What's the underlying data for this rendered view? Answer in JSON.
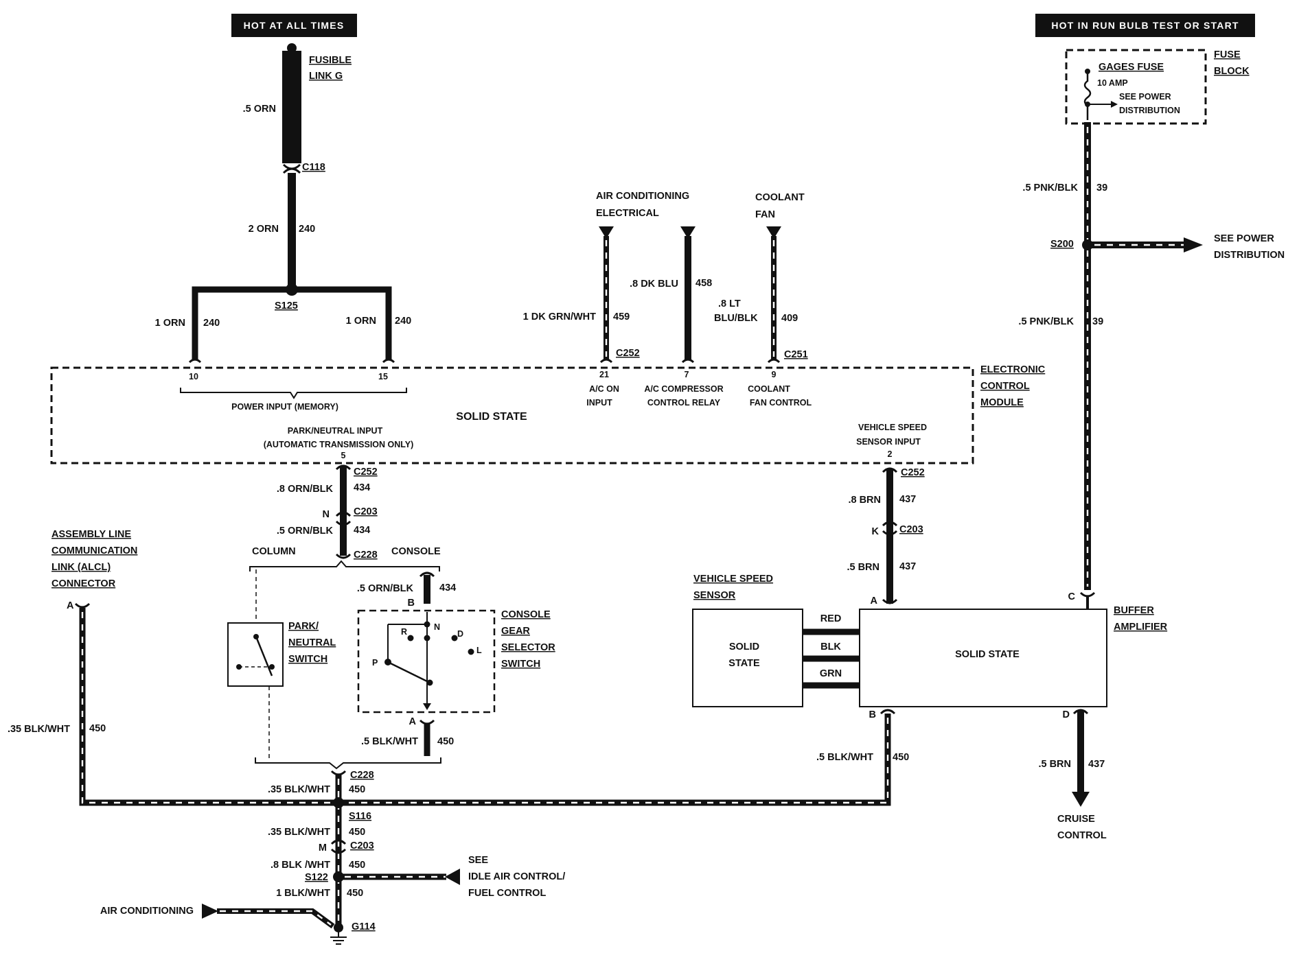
{
  "headers": {
    "left": "HOT AT ALL TIMES",
    "right": "HOT IN RUN BULB TEST OR START"
  },
  "fusible_link": {
    "name_line1": "FUSIBLE",
    "name_line2": "LINK G",
    "gauge": ".5 ORN"
  },
  "c118": "C118",
  "wire_2orn": {
    "gauge": "2 ORN",
    "circuit": "240"
  },
  "s125": "S125",
  "wire_1orn_left": {
    "gauge": "1 ORN",
    "circuit": "240"
  },
  "wire_1orn_right": {
    "gauge": "1 ORN",
    "circuit": "240"
  },
  "ac_electrical": {
    "line1": "AIR CONDITIONING",
    "line2": "ELECTRICAL"
  },
  "coolant_fan": {
    "line1": "COOLANT",
    "line2": "FAN"
  },
  "wire_459": {
    "gauge": "1 DK GRN/WHT",
    "circuit": "459"
  },
  "wire_458": {
    "gauge": ".8 DK BLU",
    "circuit": "458"
  },
  "wire_409": {
    "gauge_line1": ".8 LT",
    "gauge_line2": "BLU/BLK",
    "circuit": "409"
  },
  "c252_top": "C252",
  "c251": "C251",
  "ecm": {
    "name_line1": "ELECTRONIC",
    "name_line2": "CONTROL",
    "name_line3": "MODULE",
    "pin10": "10",
    "pin15": "15",
    "pin21": "21",
    "pin7": "7",
    "pin9": "9",
    "pin5": "5",
    "pin2": "2",
    "power_input": "POWER INPUT (MEMORY)",
    "solid_state": "SOLID STATE",
    "park_neutral_1": "PARK/NEUTRAL INPUT",
    "park_neutral_2": "(AUTOMATIC TRANSMISSION ONLY)",
    "ac_on_1": "A/C  ON",
    "ac_on_2": "INPUT",
    "ac_comp_1": "A/C COMPRESSOR",
    "ac_comp_2": "CONTROL RELAY",
    "coolant_1": "COOLANT",
    "coolant_2": "FAN CONTROL",
    "vss_1": "VEHICLE SPEED",
    "vss_2": "SENSOR INPUT"
  },
  "fuse_block": {
    "gages_fuse": "GAGES FUSE",
    "amp": "10 AMP",
    "see_power_1": "SEE POWER",
    "see_power_2": "DISTRIBUTION",
    "name_line1": "FUSE",
    "name_line2": "BLOCK"
  },
  "wire_39_top": {
    "gauge": ".5 PNK/BLK",
    "circuit": "39"
  },
  "s200": "S200",
  "see_power_dist": {
    "line1": "SEE POWER",
    "line2": "DISTRIBUTION"
  },
  "wire_39_bottom": {
    "gauge": ".5 PNK/BLK",
    "circuit": "39"
  },
  "left_stack": {
    "c252": "C252",
    "w1_gauge": ".8 ORN/BLK",
    "w1_circuit": "434",
    "n_pin": "N",
    "c203": "C203",
    "w2_gauge": ".5 ORN/BLK",
    "w2_circuit": "434",
    "column": "COLUMN",
    "console": "CONSOLE",
    "c228": "C228"
  },
  "alcl": {
    "line1": "ASSEMBLY LINE",
    "line2": "COMMUNICATION",
    "line3": "LINK (ALCL)",
    "line4": "CONNECTOR",
    "pin": "A"
  },
  "park_switch": {
    "line1": "PARK/",
    "line2": "NEUTRAL",
    "line3": "SWITCH"
  },
  "console_switch": {
    "gauge_top": ".5 ORN/BLK",
    "circuit_top": "434",
    "pin_b": "B",
    "pos_n": "N",
    "pos_r": "R",
    "pos_d": "D",
    "pos_p": "P",
    "pos_l": "L",
    "line1": "CONSOLE",
    "line2": "GEAR",
    "line3": "SELECTOR",
    "line4": "SWITCH",
    "pin_a": "A",
    "gauge_bottom": ".5 BLK/WHT",
    "circuit_bottom": "450"
  },
  "wire_450_alcl": {
    "gauge": ".35 BLK/WHT",
    "circuit": "450"
  },
  "c228_bottom": "C228",
  "w_035_a": {
    "gauge": ".35 BLK/WHT",
    "circuit": "450"
  },
  "s116": "S116",
  "w_035_b": {
    "gauge": ".35 BLK/WHT",
    "circuit": "450"
  },
  "m_pin": "M",
  "c203_bottom": "C203",
  "w_08": {
    "gauge": ".8 BLK /WHT",
    "circuit": "450"
  },
  "s122": "S122",
  "see_iac": {
    "line1": "SEE",
    "line2": "IDLE AIR CONTROL/",
    "line3": "FUEL CONTROL"
  },
  "w_1": {
    "gauge": "1 BLK/WHT",
    "circuit": "450"
  },
  "air_conditioning": "AIR CONDITIONING",
  "g114": "G114",
  "right_stack": {
    "c252": "C252",
    "w1_gauge": ".8 BRN",
    "w1_circuit": "437",
    "k_pin": "K",
    "c203": "C203",
    "w2_gauge": ".5 BRN",
    "w2_circuit": "437",
    "a_pin": "A"
  },
  "vss": {
    "name_line1": "VEHICLE SPEED",
    "name_line2": "SENSOR",
    "solid_1": "SOLID",
    "solid_2": "STATE",
    "red": "RED",
    "blk": "BLK",
    "grn": "GRN"
  },
  "buffer": {
    "solid_state": "SOLID STATE",
    "name_line1": "BUFFER",
    "name_line2": "AMPLIFIER",
    "pin_c": "C",
    "pin_b": "B",
    "pin_d": "D"
  },
  "wire_450_buffer": {
    "gauge": ".5 BLK/WHT",
    "circuit": "450"
  },
  "wire_437_cruise": {
    "gauge": ".5 BRN",
    "circuit": "437"
  },
  "cruise": {
    "line1": "CRUISE",
    "line2": "CONTROL"
  }
}
